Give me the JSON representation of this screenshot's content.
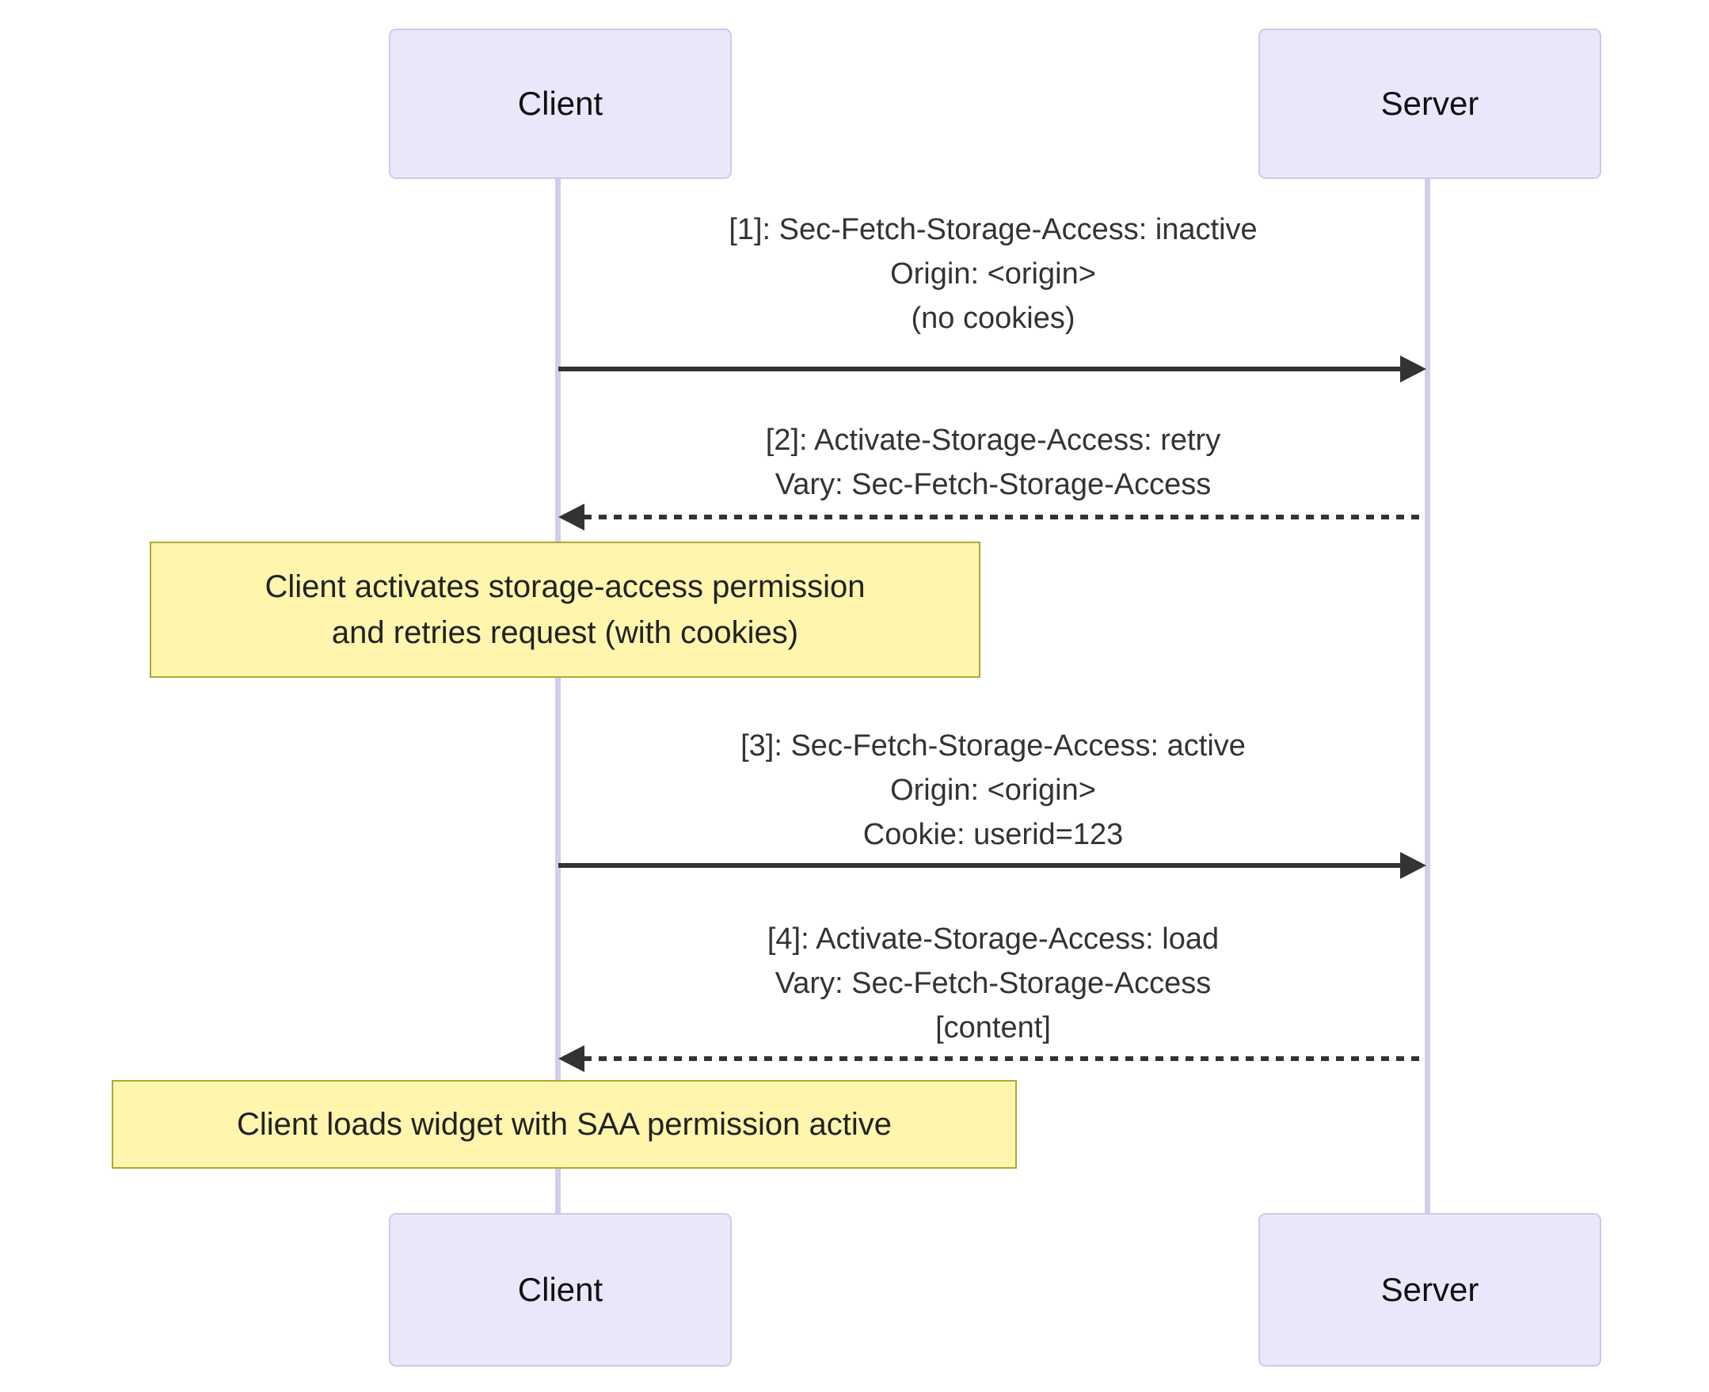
{
  "theme": {
    "actor_fill": "#EAE7FA",
    "actor_border": "#D3C7EA",
    "lifeline": "#D5CCEC",
    "note_fill": "#FFF5AD",
    "note_border": "#AAAA33",
    "arrow": "#333333",
    "text": "#333333"
  },
  "diagram": {
    "kind": "sequence-diagram",
    "actors": {
      "client": "Client",
      "server": "Server"
    },
    "messages": [
      {
        "id": "1",
        "from": "Client",
        "to": "Server",
        "line_style": "solid",
        "lines": [
          "[1]: Sec-Fetch-Storage-Access: inactive",
          "Origin: <origin>",
          "(no cookies)"
        ]
      },
      {
        "id": "2",
        "from": "Server",
        "to": "Client",
        "line_style": "dashed",
        "lines": [
          "[2]: Activate-Storage-Access: retry",
          "Vary: Sec-Fetch-Storage-Access"
        ]
      },
      {
        "id": "3",
        "from": "Client",
        "to": "Server",
        "line_style": "solid",
        "lines": [
          "[3]: Sec-Fetch-Storage-Access: active",
          "Origin: <origin>",
          "Cookie: userid=123"
        ]
      },
      {
        "id": "4",
        "from": "Server",
        "to": "Client",
        "line_style": "dashed",
        "lines": [
          "[4]: Activate-Storage-Access: load",
          "Vary: Sec-Fetch-Storage-Access",
          "[content]"
        ]
      }
    ],
    "notes": [
      {
        "over": "Client",
        "lines": [
          "Client activates storage-access permission",
          "and retries request (with cookies)"
        ]
      },
      {
        "over": "Client",
        "lines": [
          "Client loads widget with SAA permission active"
        ]
      }
    ]
  }
}
